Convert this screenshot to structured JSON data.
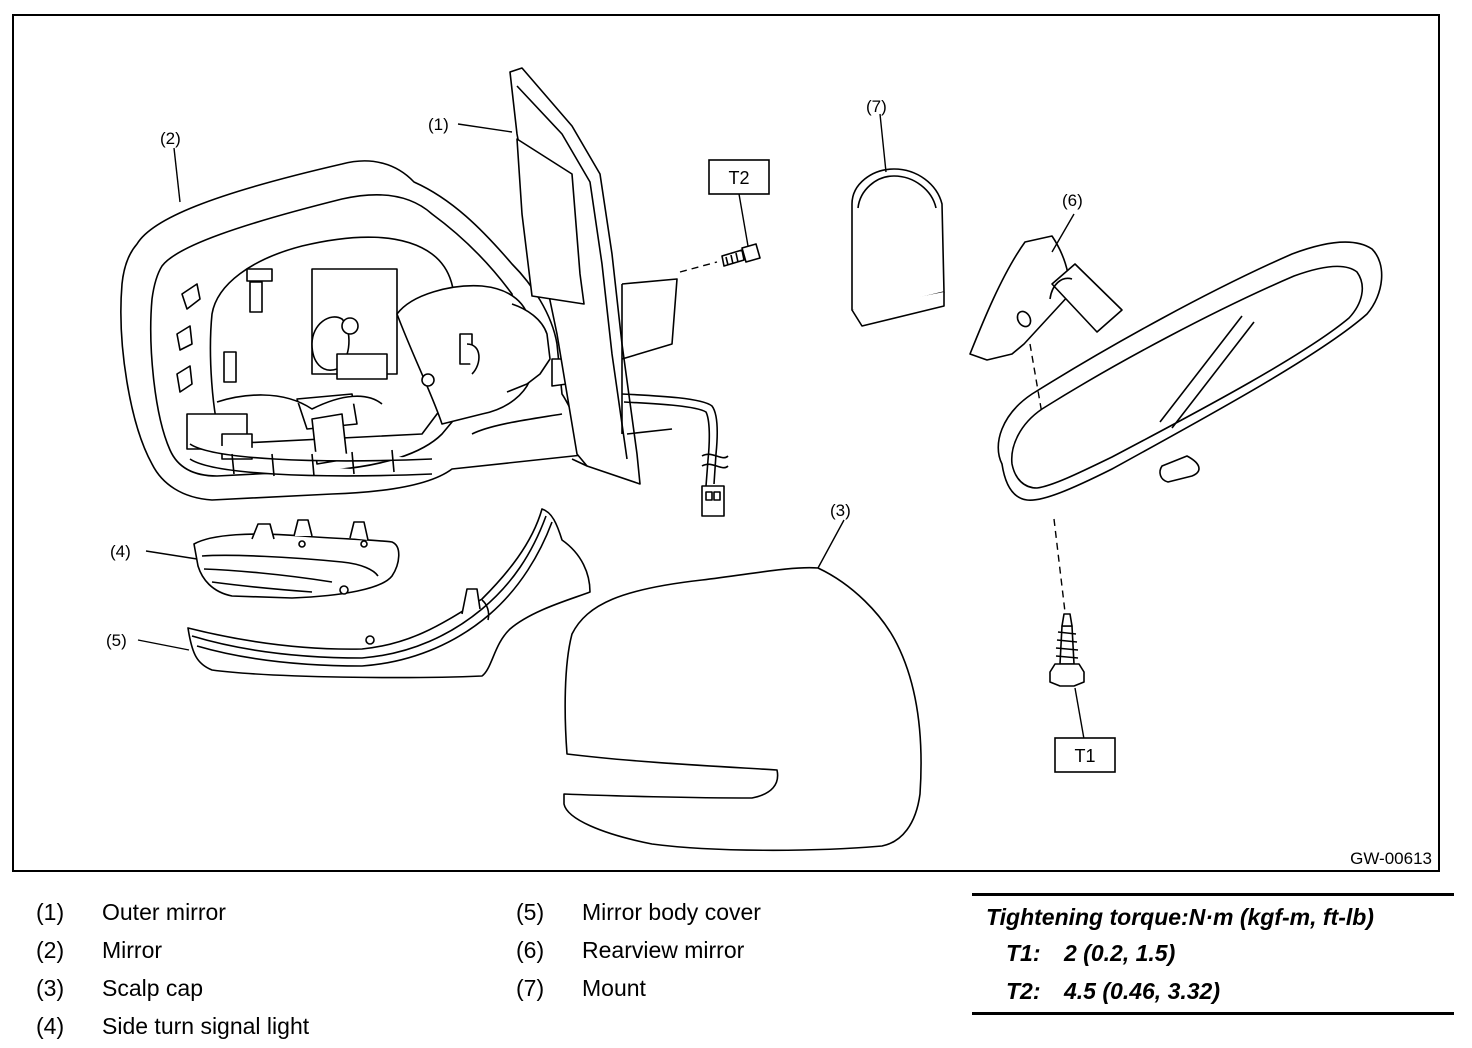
{
  "figure": {
    "id": "GW-00613",
    "callouts": {
      "c1": "(1)",
      "c2": "(2)",
      "c3": "(3)",
      "c4": "(4)",
      "c5": "(5)",
      "c6": "(6)",
      "c7": "(7)"
    },
    "torque_tags": {
      "t1": "T1",
      "t2": "T2"
    }
  },
  "legend": {
    "items": [
      {
        "num": "(1)",
        "text": "Outer mirror"
      },
      {
        "num": "(2)",
        "text": "Mirror"
      },
      {
        "num": "(3)",
        "text": "Scalp cap"
      },
      {
        "num": "(4)",
        "text": "Side turn signal light"
      },
      {
        "num": "(5)",
        "text": "Mirror body cover"
      },
      {
        "num": "(6)",
        "text": "Rearview mirror"
      },
      {
        "num": "(7)",
        "text": "Mount"
      }
    ]
  },
  "torque": {
    "header": "Tightening torque:N·m (kgf-m, ft-lb)",
    "rows": [
      {
        "label": "T1:",
        "value": "2 (0.2, 1.5)"
      },
      {
        "label": "T2:",
        "value": "4.5 (0.46, 3.32)"
      }
    ]
  }
}
